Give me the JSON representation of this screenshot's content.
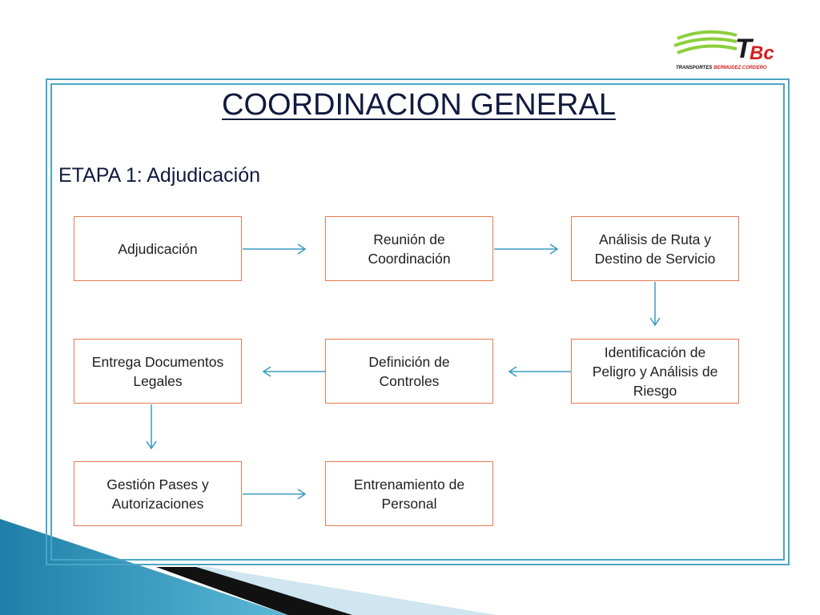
{
  "logo": {
    "mark": "TBc",
    "caption_part1": "TRANSPORTES",
    "caption_part2": "BERMUDEZ CORDERO"
  },
  "slide": {
    "title": "COORDINACION GENERAL",
    "subtitle": "ETAPA 1: Adjudicación"
  },
  "flow": {
    "steps": [
      "Adjudicación",
      "Reunión de\nCoordinación",
      "Análisis de Ruta y\nDestino de Servicio",
      "Identificación de\nPeligro y Análisis de\nRiesgo",
      "Definición de\nControles",
      "Entrega Documentos\nLegales",
      "Gestión Pases y\nAutorizaciones",
      "Entrenamiento de\nPersonal"
    ]
  },
  "colors": {
    "frame": "#49a6c4",
    "box_border": "#e87a52",
    "arrow": "#3a9bbf",
    "title_text": "#111a3e"
  }
}
